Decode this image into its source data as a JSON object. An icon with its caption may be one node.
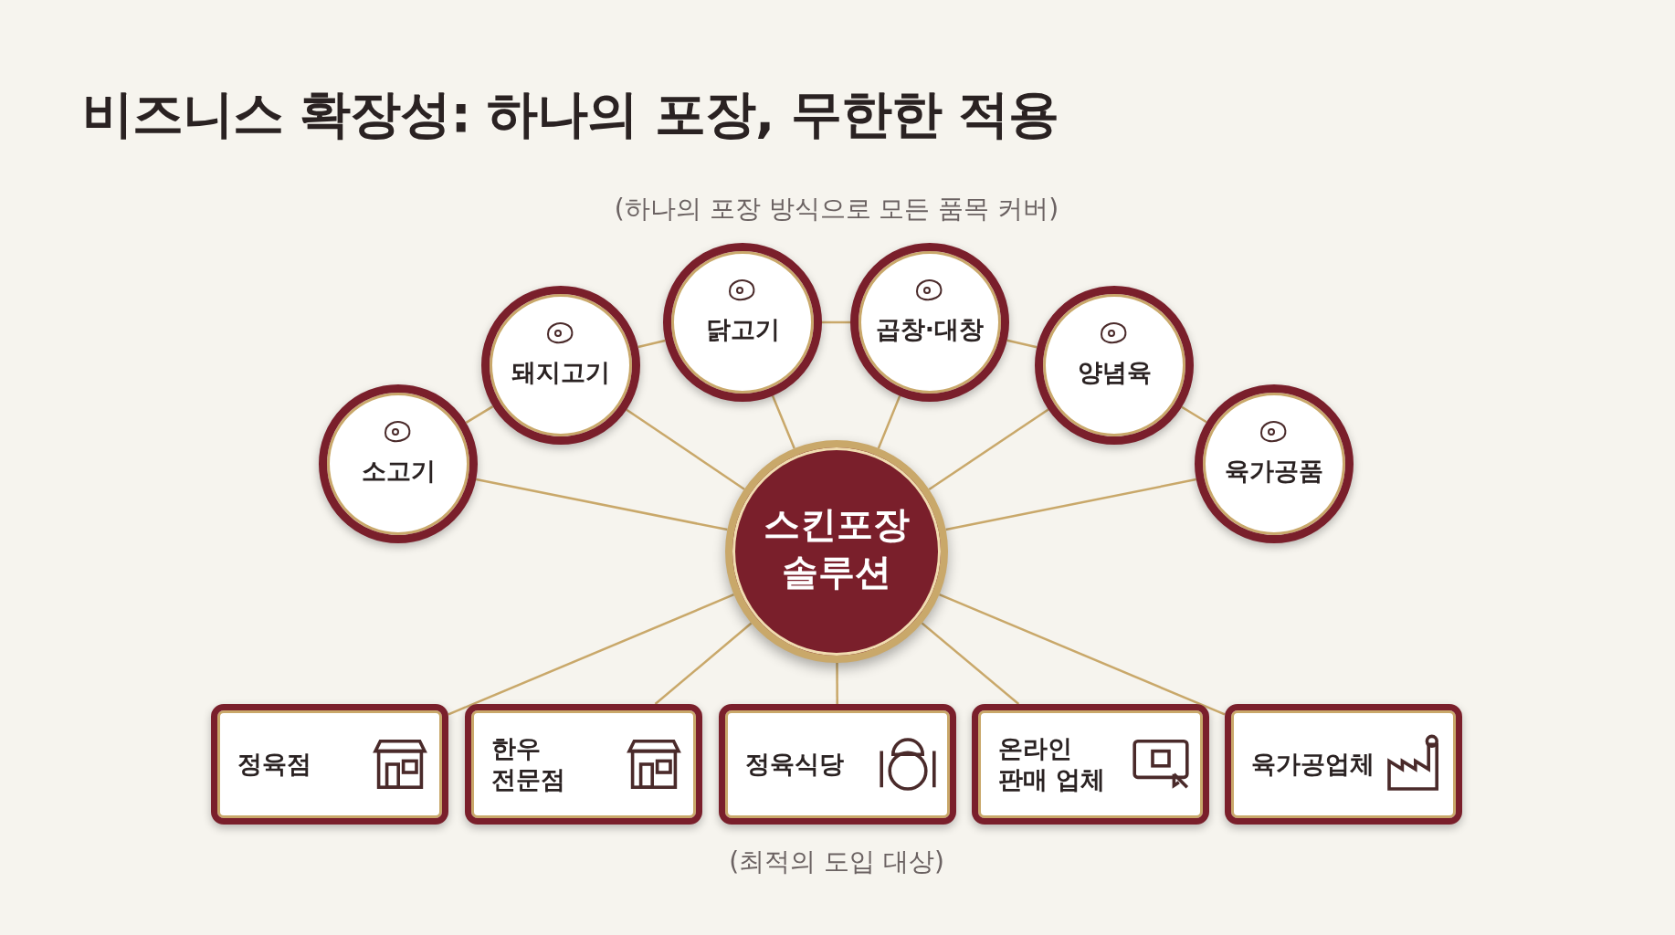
{
  "diagram": {
    "title": "비즈니스 확장성: 하나의 포장, 무한한 적용",
    "nodes": [
      {
        "text": [
          "소고기"
        ]
      },
      {
        "text": [
          "돼지고기"
        ]
      },
      {
        "text": [
          "닭고기"
        ]
      },
      {
        "text": [
          "곱창·대창"
        ]
      },
      {
        "text": [
          "양념육"
        ]
      },
      {
        "text": [
          "육가공품"
        ]
      },
      {
        "text": [
          "스킨포장 솔루션"
        ]
      },
      {
        "text": [
          "정육점"
        ]
      },
      {
        "text": [
          "한우 전문점"
        ]
      },
      {
        "text": [
          "정육식당"
        ]
      },
      {
        "text": [
          "온라인 판매 업체"
        ]
      },
      {
        "text": [
          "육가공업체"
        ]
      }
    ],
    "edges": [
      {
        "from": 0,
        "to": 6,
        "arrow": "none"
      },
      {
        "from": 1,
        "to": 6,
        "arrow": "none"
      },
      {
        "from": 2,
        "to": 6,
        "arrow": "none"
      },
      {
        "from": 3,
        "to": 6,
        "arrow": "none"
      },
      {
        "from": 4,
        "to": 6,
        "arrow": "none"
      },
      {
        "from": 5,
        "to": 6,
        "arrow": "none"
      },
      {
        "from": 6,
        "to": 7,
        "arrow": "none"
      },
      {
        "from": 6,
        "to": 8,
        "arrow": "none"
      },
      {
        "from": 6,
        "to": 9,
        "arrow": "none"
      },
      {
        "from": 6,
        "to": 10,
        "arrow": "none"
      },
      {
        "from": 6,
        "to": 11,
        "arrow": "none"
      },
      {
        "from": 0,
        "to": 1,
        "arrow": "none"
      },
      {
        "from": 1,
        "to": 2,
        "arrow": "none"
      },
      {
        "from": 2,
        "to": 3,
        "arrow": "none"
      },
      {
        "from": 3,
        "to": 4,
        "arrow": "none"
      },
      {
        "from": 4,
        "to": 5,
        "arrow": "none"
      }
    ],
    "labels": [
      "(하나의 포장 방식으로 모든 품목 커버)",
      "(최적의 도입 대상)"
    ]
  }
}
